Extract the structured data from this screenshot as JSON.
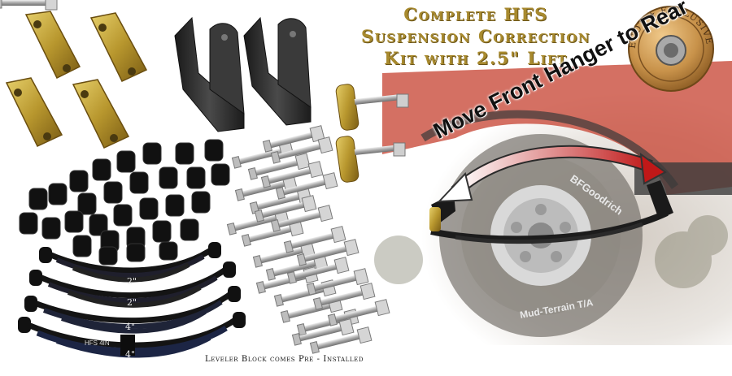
{
  "title_lines": [
    "Complete HFS",
    "Suspension Correction",
    "Kit with 2.5\" Lift"
  ],
  "arrow_label": "Move Front Hanger to Rear",
  "caption": "Leveler Block comes Pre - Installed",
  "spring_labels": [
    "2\"",
    "2\"",
    "4\"",
    "4\""
  ],
  "spring_brand": "HFS 4IN",
  "logo": {
    "text": "ECOT ★ EXCLUSIVE ★"
  },
  "tire_text": [
    "BFGoodrich",
    "Mud-Terrain T/A"
  ],
  "colors": {
    "gold": "#b8972e",
    "title_gold": "#a88a2e",
    "steel": "#2a2a2a",
    "arrow_white": "#ffffff",
    "arrow_red": "#c01818",
    "fender_red": "#c6402f",
    "rubber": "#101010"
  }
}
